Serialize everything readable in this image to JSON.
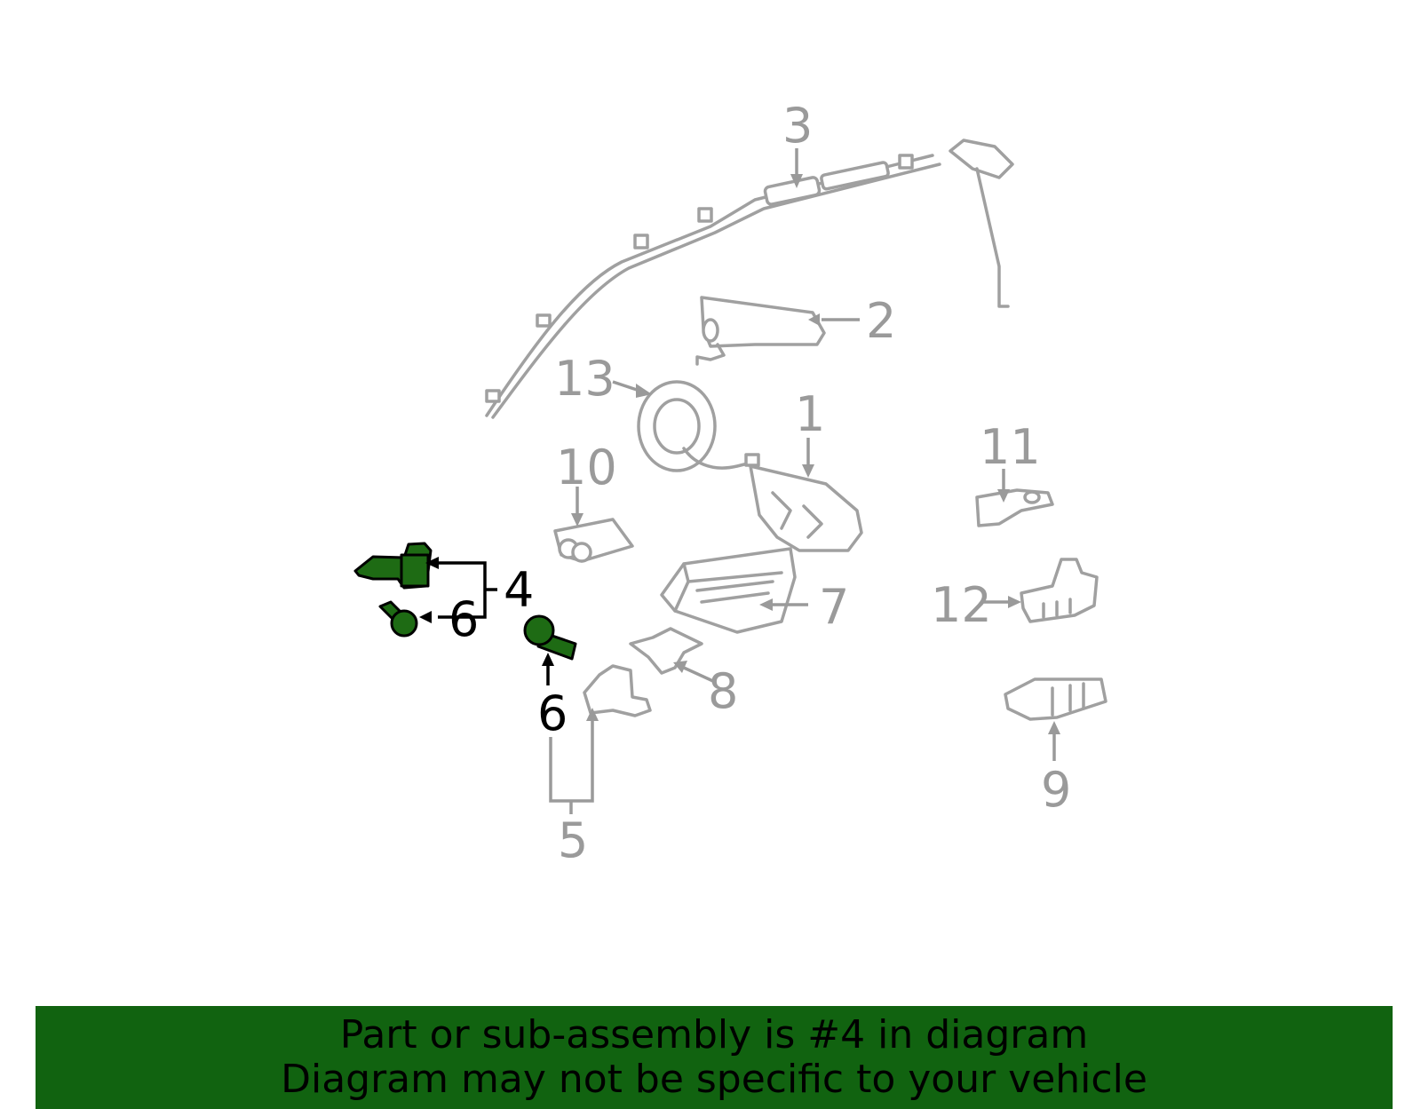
{
  "colors": {
    "highlight": "#1e6b14",
    "banner": "#116310",
    "gray": "#9a9a9a",
    "text": "#000000"
  },
  "callouts": {
    "c1": "1",
    "c2": "2",
    "c3": "3",
    "c4": "4",
    "c5": "5",
    "c6a": "6",
    "c6b": "6",
    "c7": "7",
    "c8": "8",
    "c9": "9",
    "c10": "10",
    "c11": "11",
    "c12": "12",
    "c13": "13"
  },
  "banner": {
    "line1": "Part or sub-assembly is #4 in diagram",
    "line2": "Diagram may not be specific to your vehicle"
  }
}
